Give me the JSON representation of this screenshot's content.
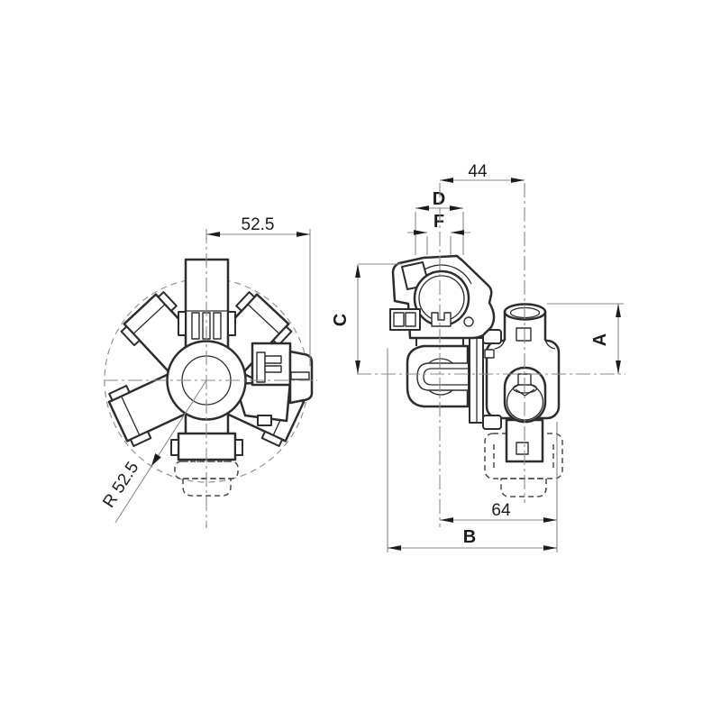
{
  "drawing": {
    "colors": {
      "background": "#ffffff",
      "outline": "#2d2d2d",
      "hidden_line": "#4a4a4a",
      "dimension_line": "#8a8a8a",
      "text": "#1c1c1c"
    },
    "dims": {
      "front_width": "52.5",
      "front_radius": "R 52.5",
      "side_top_width": "44",
      "side_d": "D",
      "side_f": "F",
      "side_c": "C",
      "side_a": "A",
      "side_bottom_width": "64",
      "side_overall_width": "B"
    }
  }
}
